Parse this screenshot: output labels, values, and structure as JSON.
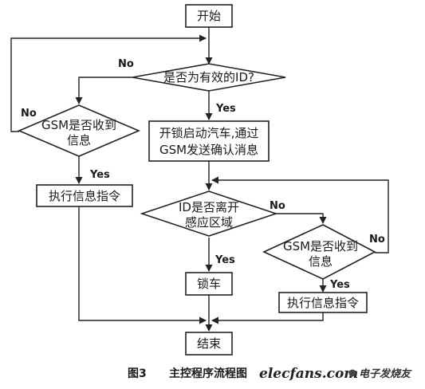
{
  "nodes": {
    "start": "开始",
    "valid_id": "是否为有效的ID?",
    "gsm_recv_1_line1": "GSM是否收到",
    "gsm_recv_1_line2": "信息",
    "exec_cmd_1": "执行信息指令",
    "unlock_line1": "开锁启动汽车,通过",
    "unlock_line2": "GSM发送确认消息",
    "id_leave_line1": "ID是否离开",
    "id_leave_line2": "感应区域",
    "gsm_recv_2_line1": "GSM是否收到",
    "gsm_recv_2_line2": "信息",
    "lock": "锁车",
    "exec_cmd_2": "执行信息指令",
    "end": "结束"
  },
  "labels": {
    "no": "No",
    "yes": "Yes"
  },
  "caption": {
    "figure_no": "图3",
    "title": "主控程序流程图"
  },
  "watermark": {
    "site": "elecfans.com",
    "brand": "电子发烧友"
  }
}
